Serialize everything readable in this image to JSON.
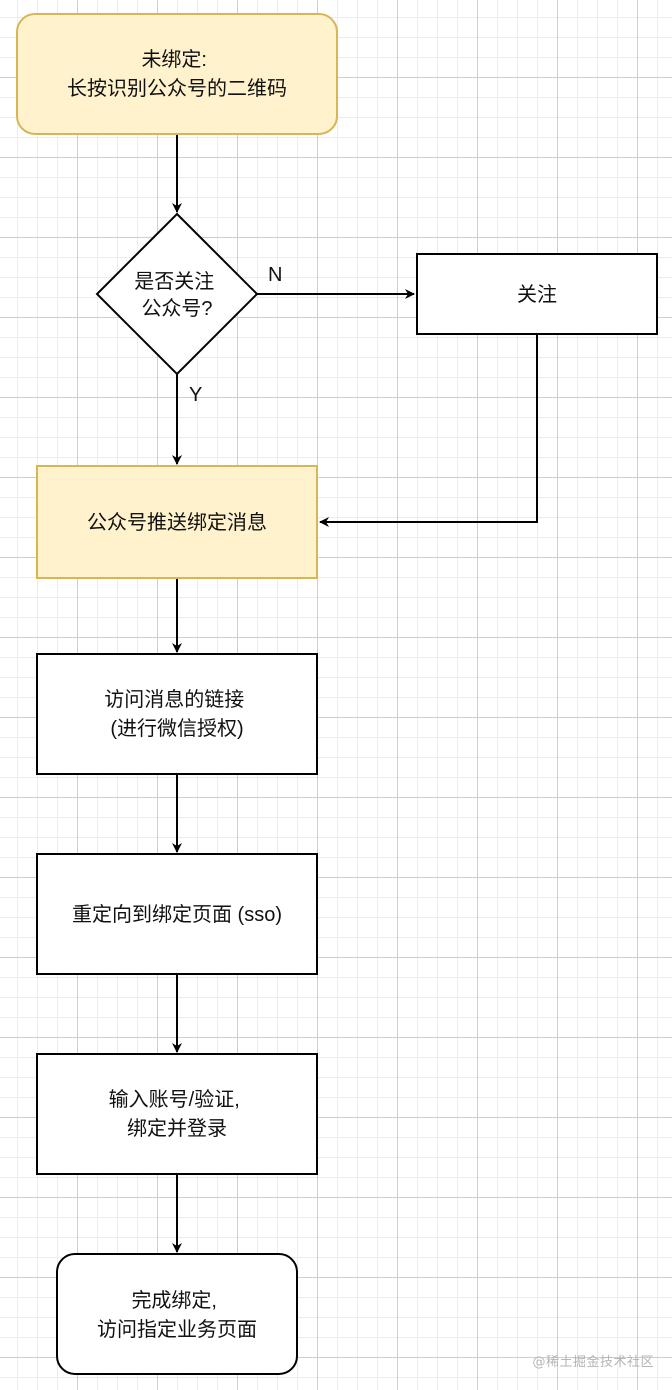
{
  "diagram": {
    "nodes": {
      "start": {
        "lines": [
          "未绑定:",
          "长按识别公众号的二维码"
        ]
      },
      "decision": {
        "lines": [
          "是否关注",
          "公众号?"
        ]
      },
      "follow": {
        "lines": [
          "关注"
        ]
      },
      "push": {
        "lines": [
          "公众号推送绑定消息"
        ]
      },
      "visit": {
        "lines": [
          "访问消息的链接",
          "(进行微信授权)"
        ]
      },
      "redirect": {
        "lines": [
          "重定向到绑定页面 (sso)"
        ]
      },
      "input": {
        "lines": [
          "输入账号/验证,",
          "绑定并登录"
        ]
      },
      "done": {
        "lines": [
          "完成绑定,",
          "访问指定业务页面"
        ]
      }
    },
    "edge_labels": {
      "no": "N",
      "yes": "Y"
    },
    "colors": {
      "highlight_fill": "#fff2cc",
      "highlight_stroke": "#d6b656",
      "plain_fill": "#ffffff",
      "stroke": "#000000"
    }
  },
  "watermark": "@稀土掘金技术社区"
}
